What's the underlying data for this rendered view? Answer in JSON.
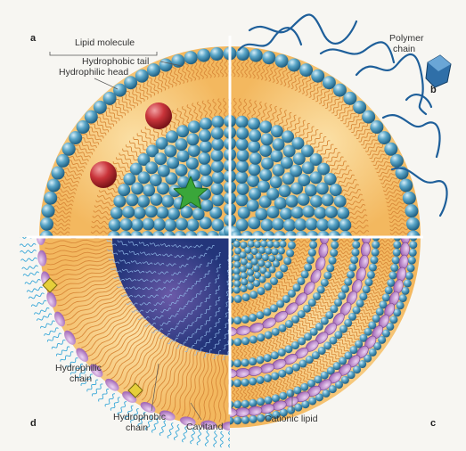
{
  "panels": {
    "a": "a",
    "b": "b",
    "c": "c",
    "d": "d"
  },
  "labels": {
    "lipid_molecule": "Lipid molecule",
    "hydrophobic_tail": "Hydrophobic tail",
    "hydrophilic_head": "Hydrophilic head",
    "polymer_chain_1": "Polymer",
    "polymer_chain_2": "chain",
    "hydrophilic_chain_1": "Hydrophilic",
    "hydrophilic_chain_2": "chain",
    "hydrophobic_chain_1": "Hydrophobic",
    "hydrophobic_chain_2": "chain",
    "cavitand": "Cavitand",
    "cationic_lipid": "Cationic lipid"
  },
  "colors": {
    "background": "#f7f6f2",
    "lipid_head": "#3f8fb5",
    "lipid_head_highlight": "#bfe3f2",
    "core_fill": "#f7c878",
    "tail": "#d98a3a",
    "drug_sphere": "#c9343a",
    "star": "#3aa63a",
    "cube": "#2f6fa8",
    "polymer": "#1e5f9a",
    "cavitand": "#b77fc7",
    "mesh": "#3b3f8f",
    "divider": "#ffffff"
  },
  "icons": {
    "drug_sphere": "red-sphere",
    "star": "green-star",
    "cube": "blue-cube",
    "diamond": "yellow-diamond"
  }
}
